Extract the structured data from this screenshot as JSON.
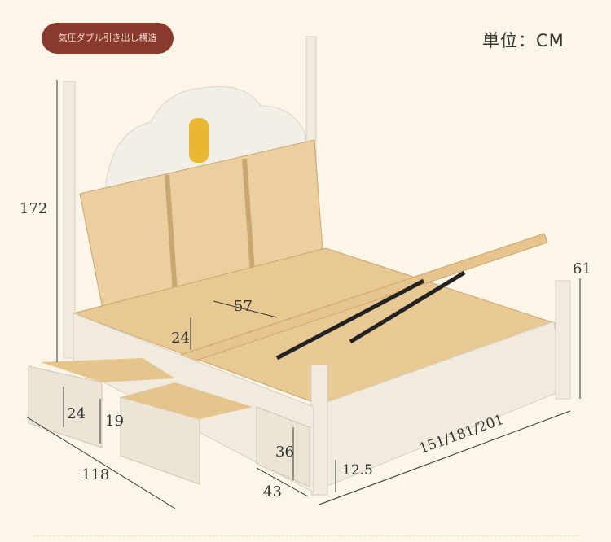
{
  "badge": {
    "label": "気圧ダブル引き出し構造"
  },
  "unit_label": "単位：CM",
  "dimensions": {
    "height_total": "172",
    "height_footboard": "61",
    "inner_compartment": "57",
    "inner_depth": "24",
    "drawer_height": "24",
    "drawer_inner_height": "19",
    "side_drawer_height": "36",
    "length": "118",
    "side_drawer_depth": "43",
    "clearance": "12.5",
    "width_options": "151/181/201"
  },
  "colors": {
    "background": "#fdf5e8",
    "badge": "#8a3a2c",
    "wood": "#ecd3a6",
    "frame": "#efe9dc"
  }
}
